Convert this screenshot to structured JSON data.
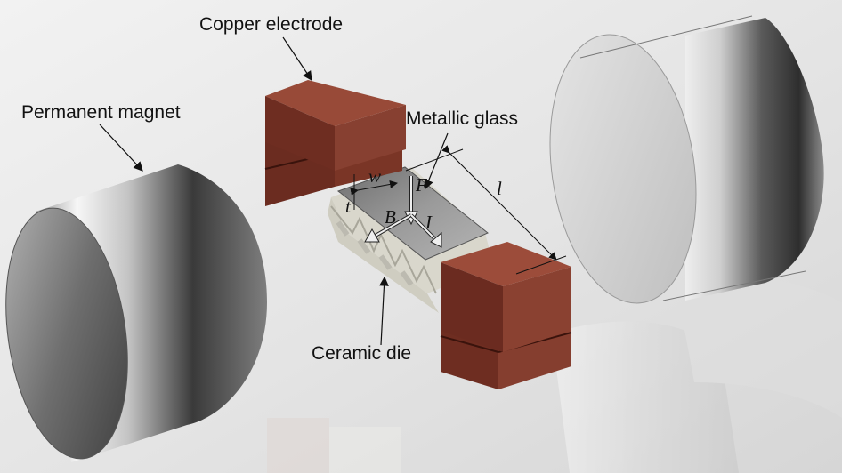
{
  "labels": {
    "copper_electrode": "Copper electrode",
    "permanent_magnet": "Permanent magnet",
    "metallic_glass": "Metallic glass",
    "ceramic_die": "Ceramic die"
  },
  "symbols": {
    "width": "w",
    "force": "F",
    "length": "l",
    "thickness": "t",
    "field": "B",
    "current": "I"
  },
  "colors": {
    "background": "#e9e9e9",
    "copper": "#8a3d2d",
    "copper_dark": "#5e261b",
    "magnet_light": "#f4f4f4",
    "magnet_dark": "#2a2a2a",
    "ceramic": "#e4e2d8",
    "metallic_glass": "#8c8c8c"
  }
}
